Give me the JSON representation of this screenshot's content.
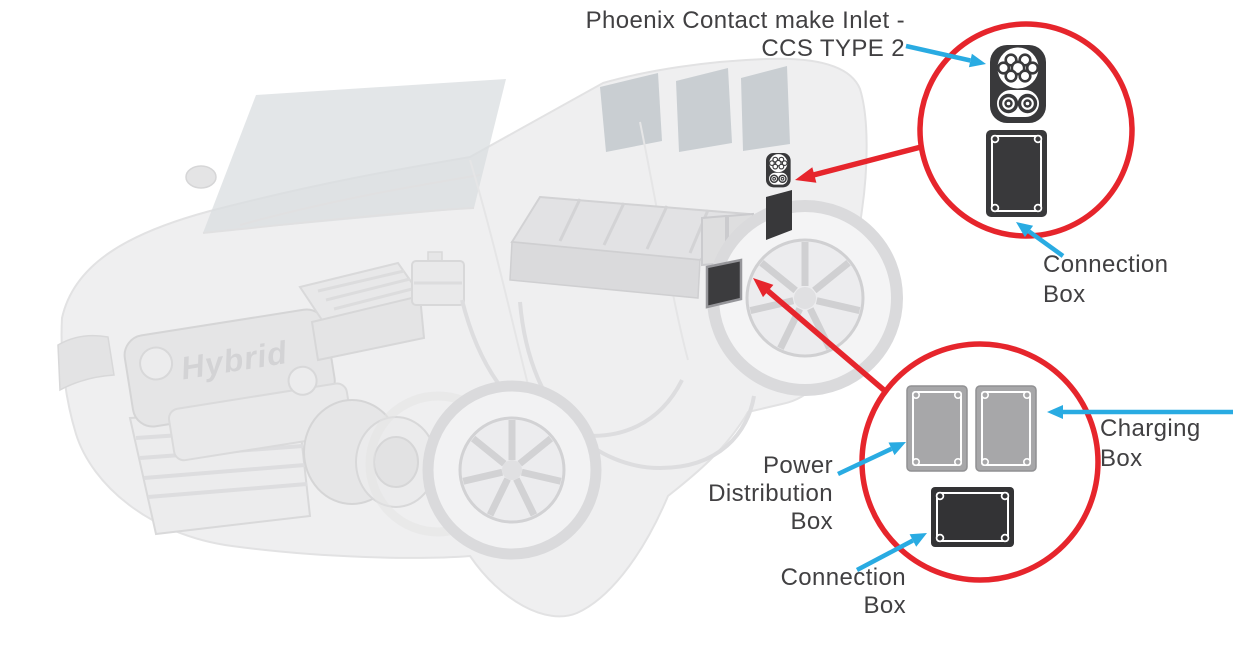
{
  "colors": {
    "callout_red": "#e6252c",
    "arrow_cyan": "#29abe2",
    "label_text": "#414042",
    "dark_box": "#39393b",
    "gray_box": "#a7a7a9",
    "car_body": "#efeff0"
  },
  "labels": {
    "inlet": {
      "line1": "Phoenix Contact make Inlet -",
      "line2": "CCS TYPE 2"
    },
    "connection_box_top": {
      "line1": "Connection",
      "line2": "Box"
    },
    "power_distribution_box": {
      "line1": "Power",
      "line2": "Distribution",
      "line3": "Box"
    },
    "charging_box": {
      "line1": "Charging",
      "line2": "Box"
    },
    "connection_box_bottom": {
      "line1": "Connection",
      "line2": "Box"
    }
  },
  "car": {
    "engine_text": "Hybrid"
  },
  "icons": {
    "ccs_type2_inlet_icon": "ccs-combo2-connector-glyph",
    "connection_box_top_icon": "dark-junction-box-with-screws",
    "power_distribution_box_icon": "gray-electronics-box-with-screws",
    "charging_box_icon": "gray-electronics-box-with-screws",
    "connection_box_bottom_icon": "dark-junction-box-with-screws",
    "car_inlet_icon": "ccs-combo2-connector-glyph-small"
  }
}
